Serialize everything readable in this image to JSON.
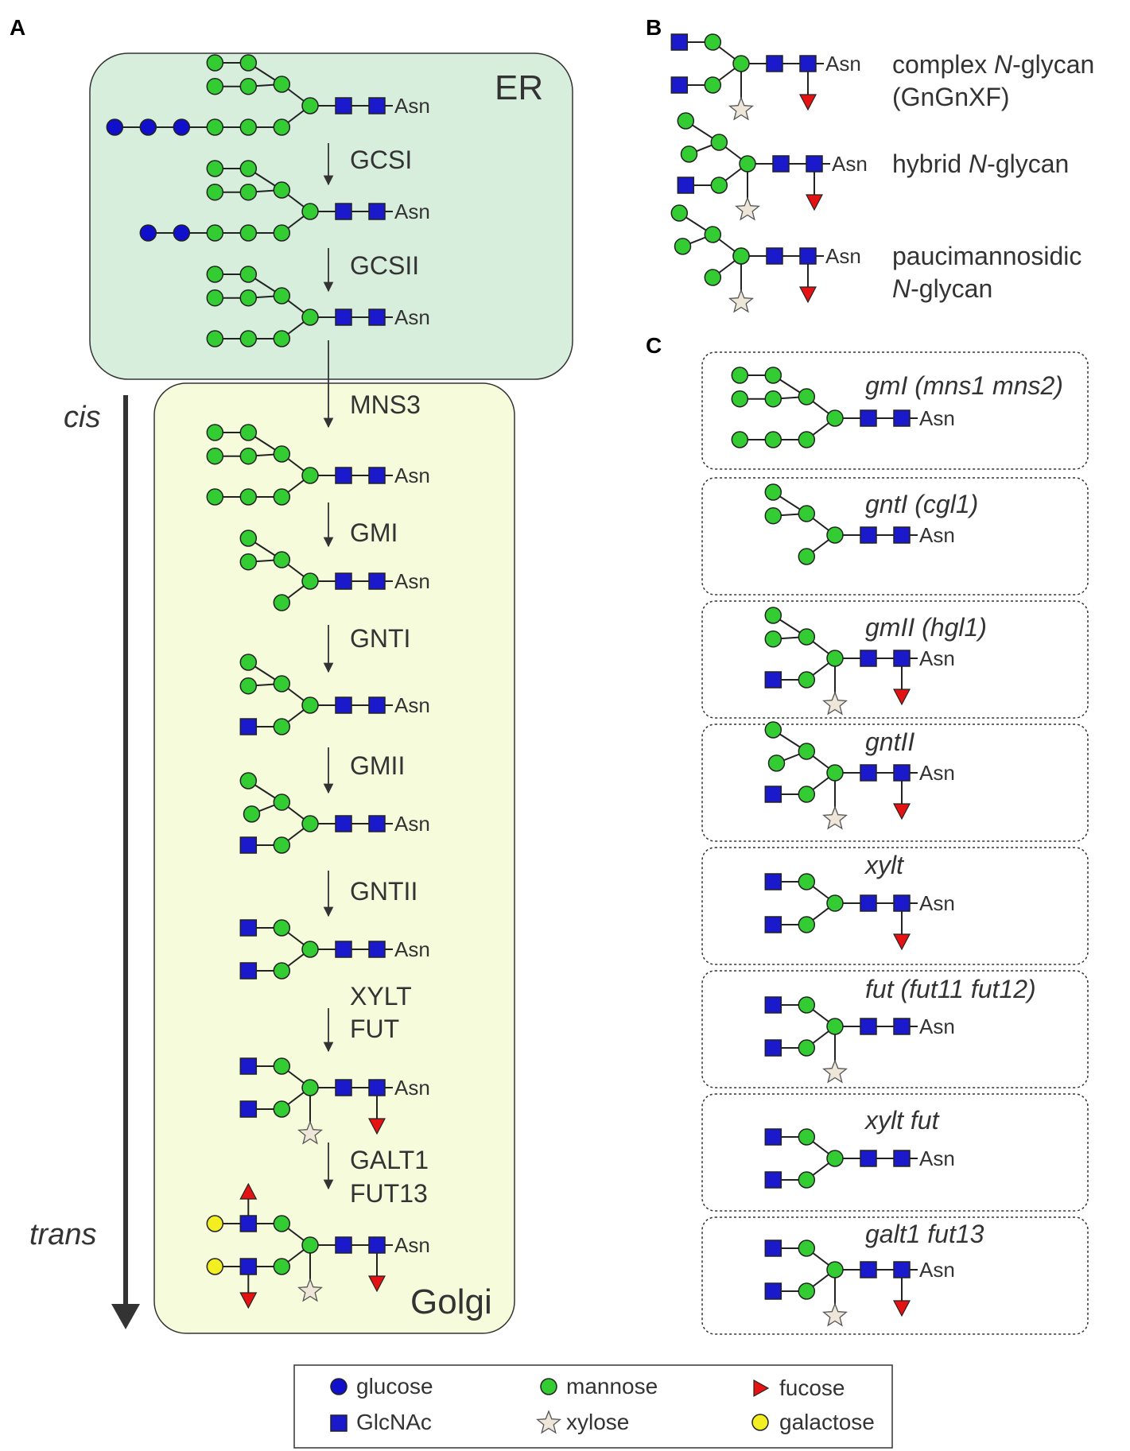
{
  "panels": {
    "a": "A",
    "b": "B",
    "c": "C"
  },
  "compartments": {
    "er": "ER",
    "golgi": "Golgi"
  },
  "gradient": {
    "cis": "cis",
    "trans": "trans"
  },
  "residue": "Asn",
  "enzymes": [
    {
      "line1": "GCSI",
      "line2": ""
    },
    {
      "line1": "GCSII",
      "line2": ""
    },
    {
      "line1": "MNS3",
      "line2": ""
    },
    {
      "line1": "GMI",
      "line2": ""
    },
    {
      "line1": "GNTI",
      "line2": ""
    },
    {
      "line1": "GMII",
      "line2": ""
    },
    {
      "line1": "GNTII",
      "line2": ""
    },
    {
      "line1": "XYLT",
      "line2": "FUT"
    },
    {
      "line1": "GALT1",
      "line2": "FUT13"
    }
  ],
  "panel_b": [
    {
      "pre": "complex ",
      "it": "N",
      "post": "-glycan",
      "line2": "(GnGnXF)"
    },
    {
      "pre": "hybrid ",
      "it": "N",
      "post": "-glycan",
      "line2": ""
    },
    {
      "pre": "paucimannosidic",
      "it": "",
      "post": "",
      "line2_it": "N",
      "line2": "-glycan"
    }
  ],
  "mutants": [
    "gmI (mns1 mns2)",
    "gntI (cgl1)",
    "gmII (hgl1)",
    "gntII",
    "xylt",
    "fut (fut11 fut12)",
    "xylt fut",
    "galt1 fut13"
  ],
  "legend": [
    {
      "icon": "glucose-icon",
      "label": "glucose"
    },
    {
      "icon": "mannose-icon",
      "label": "mannose"
    },
    {
      "icon": "fucose-icon",
      "label": "fucose"
    },
    {
      "icon": "glcnac-icon",
      "label": "GlcNAc"
    },
    {
      "icon": "xylose-icon",
      "label": "xylose"
    },
    {
      "icon": "galactose-icon",
      "label": "galactose"
    }
  ],
  "colors": {
    "glucose": "#1010cc",
    "mannose": "#33cc33",
    "glcnac": "#1a1acc",
    "fucose": "#e41212",
    "xylose": "#eee6d8",
    "galactose": "#f2ee22",
    "er_fill": "#d8eedd",
    "golgi_fill": "#f6fbdb"
  }
}
